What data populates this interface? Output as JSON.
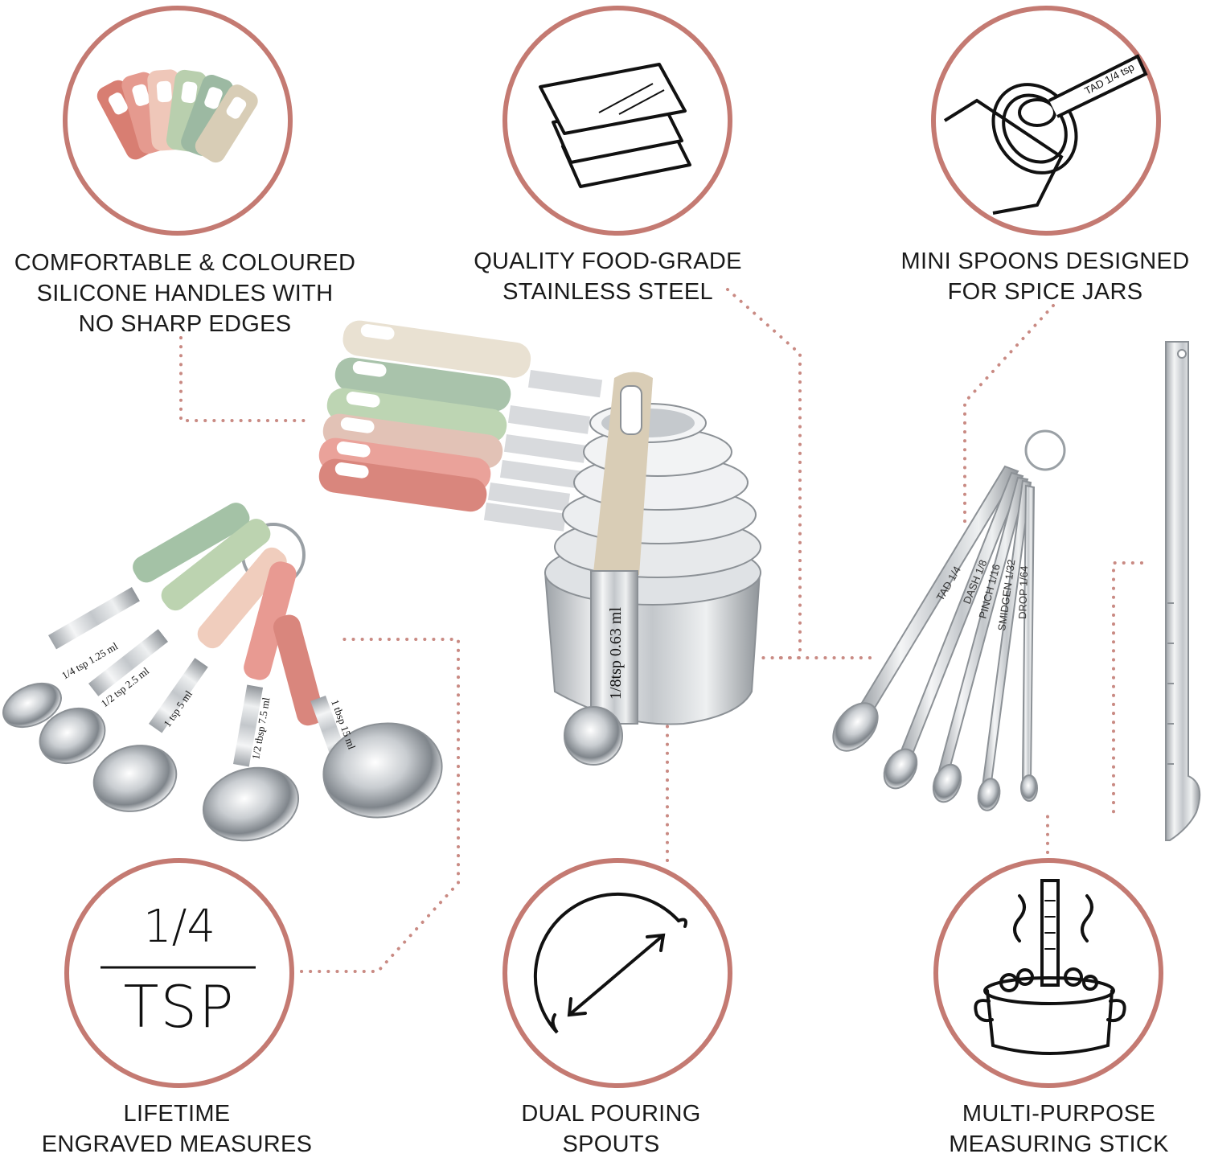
{
  "colors": {
    "accent": "#c47a72",
    "dots": "#c98a83",
    "silicone": [
      "#d87e72",
      "#e59a8f",
      "#efc7b9",
      "#b9cfae",
      "#9cb9a2",
      "#d8cdb6"
    ],
    "steel": "#c8ccd0"
  },
  "icons": {
    "handles": "silicone-handles-icon",
    "steel": "stainless-steel-layers-icon",
    "spice": "spice-jar-spoon-icon",
    "engraved": "engraved-measure-icon",
    "spout": "pouring-spout-icon",
    "stick": "measuring-stick-pot-icon"
  },
  "features": {
    "handles": {
      "lines": [
        "COMFORTABLE & COLOURED",
        "SILICONE HANDLES WITH",
        "NO SHARP EDGES"
      ]
    },
    "steel": {
      "lines": [
        "QUALITY FOOD-GRADE",
        "STAINLESS STEEL"
      ]
    },
    "spice": {
      "lines": [
        "MINI SPOONS DESIGNED",
        "FOR SPICE JARS"
      ]
    },
    "engraved": {
      "lines": [
        "LIFETIME",
        "ENGRAVED MEASURES"
      ]
    },
    "spout": {
      "lines": [
        "DUAL POURING",
        "SPOUTS"
      ]
    },
    "stick": {
      "lines": [
        "MULTI-PURPOSE",
        "MEASURING STICK"
      ]
    }
  },
  "engraved_icon": {
    "top": "1/4",
    "bottom": "TSP"
  },
  "spice_icon_label": "TAD 1/4 tsp",
  "spoon_labels": [
    "1/4 tsp 1.25 ml",
    "1/2 tsp 2.5 ml",
    "1 tsp 5 ml",
    "1/2 tbsp 7.5 ml",
    "1 tbsp 15 ml"
  ],
  "cup_label": "1/8tsp 0.63 ml",
  "mini_spoon_labels": [
    "TAD 1/4",
    "DASH 1/8",
    "PINCH 1/16",
    "SMIDGEN 1/32",
    "DROP 1/64"
  ]
}
